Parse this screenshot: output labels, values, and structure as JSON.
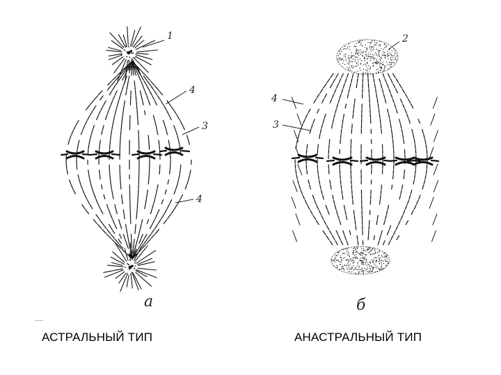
{
  "figure": {
    "astral": {
      "sublabel": "а",
      "caption": "АСТРАЛЬНЫЙ ТИП",
      "labels": [
        {
          "id": "centrosome-upper",
          "text": "1"
        },
        {
          "id": "spindle-fibers-upper",
          "text": "4"
        },
        {
          "id": "chromosome-fibers",
          "text": "3"
        },
        {
          "id": "spindle-fibers-lower",
          "text": "4"
        }
      ]
    },
    "anastral": {
      "sublabel": "б",
      "caption": "АНАСТРАЛЬНЫЙ ТИП",
      "labels": [
        {
          "id": "polar-cap",
          "text": "2"
        },
        {
          "id": "spindle-fibers",
          "text": "4"
        },
        {
          "id": "chromosome-fibers",
          "text": "3"
        }
      ]
    }
  }
}
